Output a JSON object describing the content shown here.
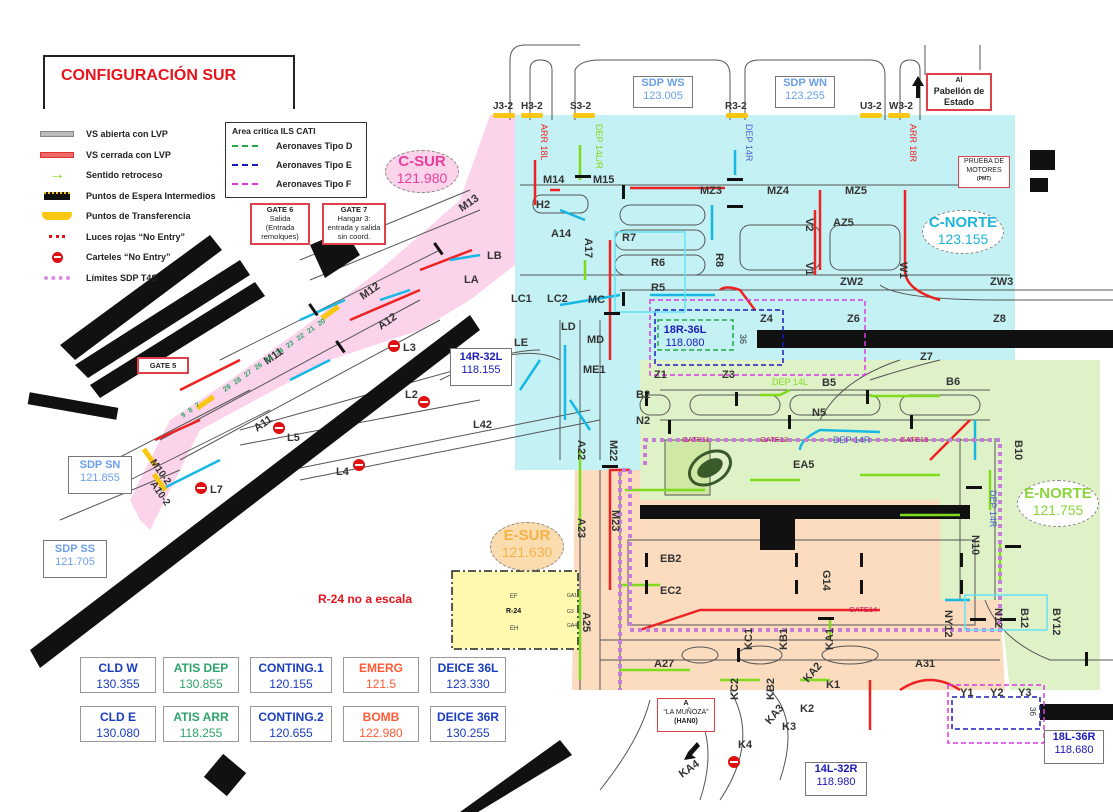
{
  "title": "CONFIGURACIÓN SUR",
  "colors": {
    "sector_c_sur": "#fbd3ea",
    "sector_c_norte": "#c4f1f4",
    "sector_e_norte": "#dff2c7",
    "sector_e_sur": "#fbdcbf",
    "r24_area": "#fff9b0",
    "runway": "#111111",
    "taxiway_outline": "#555555",
    "closed_route": "#ee2222",
    "pushback": "#7fdc1c",
    "cyan_route": "#16b8e4",
    "sdp_limit": "#c77ed8",
    "ils_d": "#22aa44",
    "ils_e": "#1a1ab8",
    "ils_f": "#d83ae0",
    "transfer_point": "#f9c612",
    "no_entry": "#e01010",
    "c_sur_text": "#e83e9c",
    "c_norte_text": "#1cb6d8",
    "e_norte_text": "#8cd43a",
    "e_sur_text": "#f3b347",
    "sdp_text": "#6aa0e8",
    "runway_freq_text": "#1a1ab8"
  },
  "legend": {
    "items": [
      {
        "icon": "grey-line-icon",
        "label": "VS abierta con LVP"
      },
      {
        "icon": "red-line-icon",
        "label": "VS cerrada con LVP"
      },
      {
        "icon": "green-arrow-icon",
        "label": "Sentido retroceso"
      },
      {
        "icon": "holding-point-icon",
        "label": "Puntos de Espera Intermedios"
      },
      {
        "icon": "transfer-point-icon",
        "label": "Puntos de Transferencia"
      },
      {
        "icon": "red-lights-icon",
        "label": "Luces rojas “No Entry”"
      },
      {
        "icon": "no-entry-sign-icon",
        "label": "Carteles “No Entry”"
      },
      {
        "icon": "sdp-limit-icon",
        "label": "Límites SDP T4S"
      }
    ],
    "ils": {
      "title": "Area critica ILS CATI",
      "items": [
        {
          "label": "Aeronaves Tipo D"
        },
        {
          "label": "Aeronaves Tipo E"
        },
        {
          "label": "Aeronaves Tipo F"
        }
      ]
    }
  },
  "gates": {
    "gate6": {
      "title": "GATE 6",
      "line1": "Salida",
      "line2": "(Entrada",
      "line3": "remolques)"
    },
    "gate7": {
      "title": "GATE 7",
      "line1": "Hangar 3:",
      "line2": "entrada y salida",
      "line3": "sin coord."
    },
    "gate5": {
      "title": "GATE 5"
    }
  },
  "sectors": {
    "c_sur": {
      "name": "C-SUR",
      "freq": "121.980"
    },
    "c_norte": {
      "name": "C-NORTE",
      "freq": "123.155"
    },
    "e_norte": {
      "name": "E-NORTE",
      "freq": "121.755"
    },
    "e_sur": {
      "name": "E-SUR",
      "freq": "121.630"
    }
  },
  "sdp": {
    "ws": {
      "name": "SDP WS",
      "freq": "123.005"
    },
    "wn": {
      "name": "SDP WN",
      "freq": "123.255"
    },
    "sn": {
      "name": "SDP SN",
      "freq": "121.855"
    },
    "ss": {
      "name": "SDP SS",
      "freq": "121.705"
    }
  },
  "runways": {
    "r14r32l": {
      "name": "14R-32L",
      "freq": "118.155"
    },
    "r18r36l": {
      "name": "18R-36L",
      "freq": "118.080"
    },
    "r14l32r": {
      "name": "14L-32R",
      "freq": "118.980"
    },
    "r18l36r": {
      "name": "18L-36R",
      "freq": "118.680"
    }
  },
  "notes": {
    "pabellon": {
      "l1": "Al",
      "l2": "Pabellón de",
      "l3": "Estado"
    },
    "pmt": {
      "l1": "PRUEBA DE",
      "l2": "MOTORES",
      "l3": "(PMT)"
    },
    "munoza": {
      "l1": "A",
      "l2": "“LA MUÑOZA”",
      "l3": "(HAN0)"
    },
    "r24_scale": "R-24 no a escala"
  },
  "freq_boxes": [
    {
      "name": "CLD W",
      "freq": "130.355",
      "color": "#1a3cc0"
    },
    {
      "name": "ATIS DEP",
      "freq": "130.855",
      "color": "#2ea36a"
    },
    {
      "name": "CONTING.1",
      "freq": "120.155",
      "color": "#1a3cc0"
    },
    {
      "name": "EMERG",
      "freq": "121.5",
      "color": "#ff5a36"
    },
    {
      "name": "DEICE 36L",
      "freq": "123.330",
      "color": "#1a3cc0"
    },
    {
      "name": "CLD E",
      "freq": "130.080",
      "color": "#1a3cc0"
    },
    {
      "name": "ATIS ARR",
      "freq": "118.255",
      "color": "#2ea36a"
    },
    {
      "name": "CONTING.2",
      "freq": "120.655",
      "color": "#1a3cc0"
    },
    {
      "name": "BOMB",
      "freq": "122.980",
      "color": "#ff5a36"
    },
    {
      "name": "DEICE 36R",
      "freq": "130.255",
      "color": "#1a3cc0"
    }
  ],
  "transfer_labels": [
    "J3-2",
    "H3-2",
    "S3-2",
    "R3-2",
    "U3-2",
    "W3-2",
    "M10-2",
    "A10-2"
  ],
  "route_labels": {
    "arr18l": "ARR 18L",
    "dep14lr": "DEP 14L/R",
    "dep14r": "DEP 14R",
    "arr18r": "ARR 18R",
    "dep14l": "DEP 14L",
    "dep14r_b": "DEP 14R",
    "dep14r_c": "DEP 14R"
  },
  "taxiways": {
    "black": [
      "H2",
      "M14",
      "M15",
      "MZ3",
      "MZ4",
      "MZ5",
      "AZ5",
      "V2",
      "V1",
      "W1",
      "ZW2",
      "ZW3",
      "Z6",
      "Z8",
      "Z7",
      "Z4",
      "Z1",
      "Z3",
      "B6",
      "B5",
      "N5",
      "B10",
      "N10",
      "A14",
      "A17",
      "R7",
      "R6",
      "R5",
      "R8",
      "MC",
      "MD",
      "ME1",
      "B2",
      "N2",
      "A22",
      "M22",
      "A23",
      "M23",
      "EA5",
      "M13",
      "M12",
      "A12",
      "M11",
      "A11",
      "L3",
      "L5",
      "L7",
      "L2",
      "L4",
      "L42",
      "EB2",
      "EC2",
      "G14",
      "NY12",
      "N12",
      "B12",
      "BY12",
      "A25",
      "A27",
      "KC1",
      "KB1",
      "KA1",
      "A31",
      "KC2",
      "KB2",
      "KA2",
      "KA3",
      "KA4",
      "Y1",
      "Y2",
      "Y3"
    ],
    "orange": [
      "LB",
      "LA",
      "LC1",
      "LC2",
      "LD",
      "LE",
      "K1",
      "K2",
      "K3",
      "K4"
    ]
  },
  "gate_labels": [
    "GATE11",
    "GATE12",
    "GATE13",
    "GATE14"
  ],
  "stand_numbers": [
    "29",
    "28",
    "27",
    "26",
    "25",
    "24",
    "23",
    "22",
    "21",
    "20",
    "9",
    "8",
    "7"
  ],
  "r24": {
    "name": "R-24",
    "ef": "EF",
    "eh": "EH",
    "ga1": "GA1",
    "g3": "G3",
    "ga4": "GA4"
  }
}
